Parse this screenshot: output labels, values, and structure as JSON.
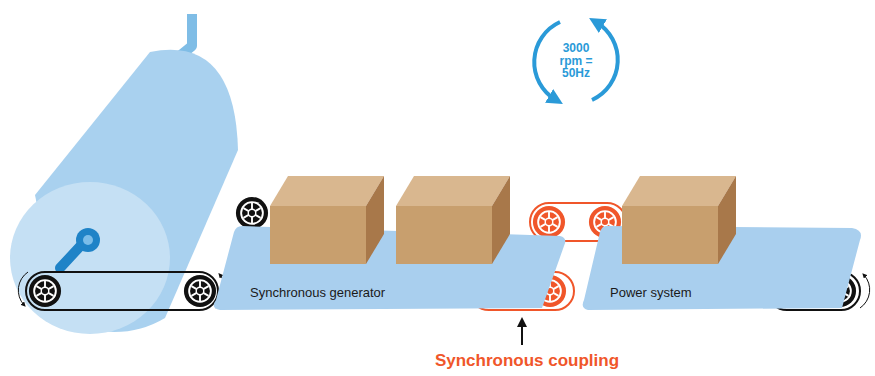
{
  "diagram": {
    "nodes": [
      {
        "text": [
          "Synchronous generator"
        ]
      },
      {
        "text": [
          "Power system"
        ]
      }
    ],
    "labels": [
      "3000 rpm = 50Hz",
      "Synchronous coupling"
    ]
  }
}
